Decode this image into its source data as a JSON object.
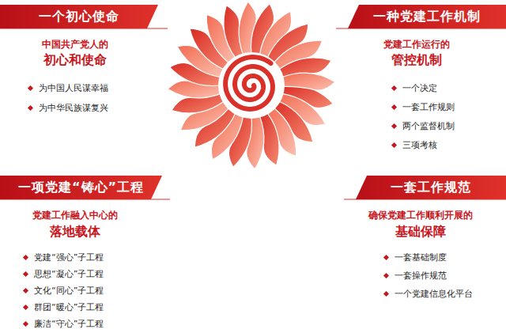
{
  "diagram": {
    "nodes": [
      {
        "text": [
          "一个初心使命"
        ]
      },
      {
        "text": [
          "一种党建工作机制"
        ]
      },
      {
        "text": [
          "一项党建“铸心”工程"
        ]
      },
      {
        "text": [
          "一套工作规范"
        ]
      }
    ],
    "edges": [],
    "labels": [
      "中国共产党人的",
      "初心和使命",
      "为中国人民谋幸福",
      "为中华民族谋复兴",
      "党建工作运行的",
      "管控机制",
      "一个决定",
      "一套工作规则",
      "两个监督机制",
      "三项考核",
      "党建工作融入中心的",
      "落地载体",
      "党建“强心”子工程",
      "思想“凝心”子工程",
      "文化“同心”子工程",
      "群团“暖心”子工程",
      "廉洁“守心”子工程",
      "确保党建工作顺利开展的",
      "基础保障",
      "一套基础制度",
      "一套操作规范",
      "一个党建信息化平台"
    ]
  }
}
